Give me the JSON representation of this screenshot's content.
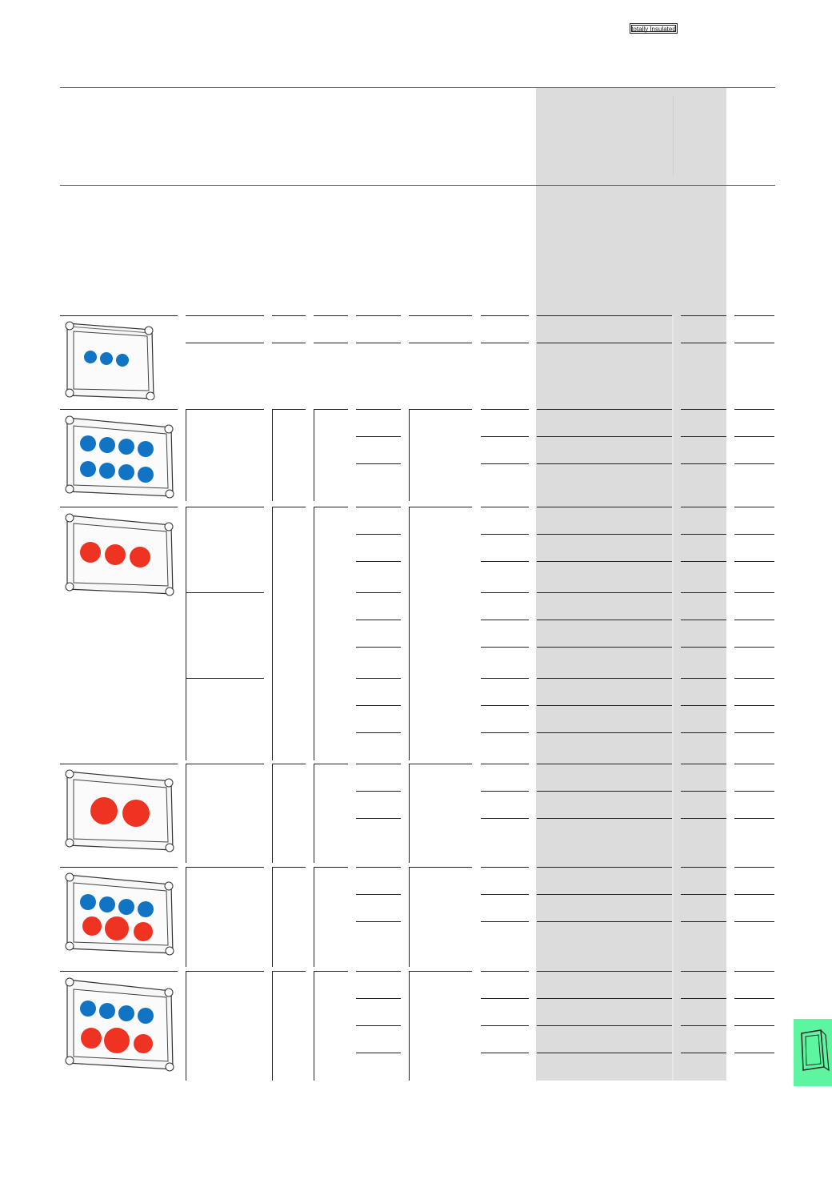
{
  "header": {
    "badge_text": "totally Insulated"
  },
  "colors": {
    "blue_socket": "#1173c4",
    "red_socket": "#ee3322",
    "shade": "#dcdcdc",
    "side_tab": "#5ef5a0"
  },
  "products": [
    {
      "name": "enclosure-3-blue-sockets",
      "row_lines": 2
    },
    {
      "name": "enclosure-8-blue-sockets",
      "row_lines": 3
    },
    {
      "name": "enclosure-3-red-sockets",
      "row_lines": 9
    },
    {
      "name": "enclosure-2-red-sockets",
      "row_lines": 3
    },
    {
      "name": "enclosure-4-blue-3-red-sockets",
      "row_lines": 3
    },
    {
      "name": "enclosure-4-blue-3-red-sockets-large",
      "row_lines": 4
    }
  ],
  "side_tab": {
    "icon": "enclosure-icon"
  }
}
